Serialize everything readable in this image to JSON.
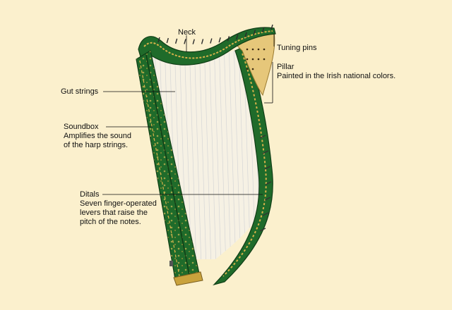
{
  "labels": {
    "neck": "Neck",
    "tuning_pins": "Tuning pins",
    "pillar_title": "Pillar",
    "pillar_desc": "Painted in the Irish national colors.",
    "gut_strings": "Gut strings",
    "soundbox_title": "Soundbox",
    "soundbox_desc_1": "Amplifies the sound",
    "soundbox_desc_2": "of the harp strings.",
    "ditals_title": "Ditals",
    "ditals_desc_1": "Seven finger-operated",
    "ditals_desc_2": "levers that raise the",
    "ditals_desc_3": "pitch of the notes."
  },
  "colors": {
    "background": "#fbf0cd",
    "harp_green": "#1f6b2a",
    "harp_green_dark": "#0f3d16",
    "gold": "#d8b24a",
    "strings": "#e9e9e9",
    "leader_line": "#111111"
  }
}
